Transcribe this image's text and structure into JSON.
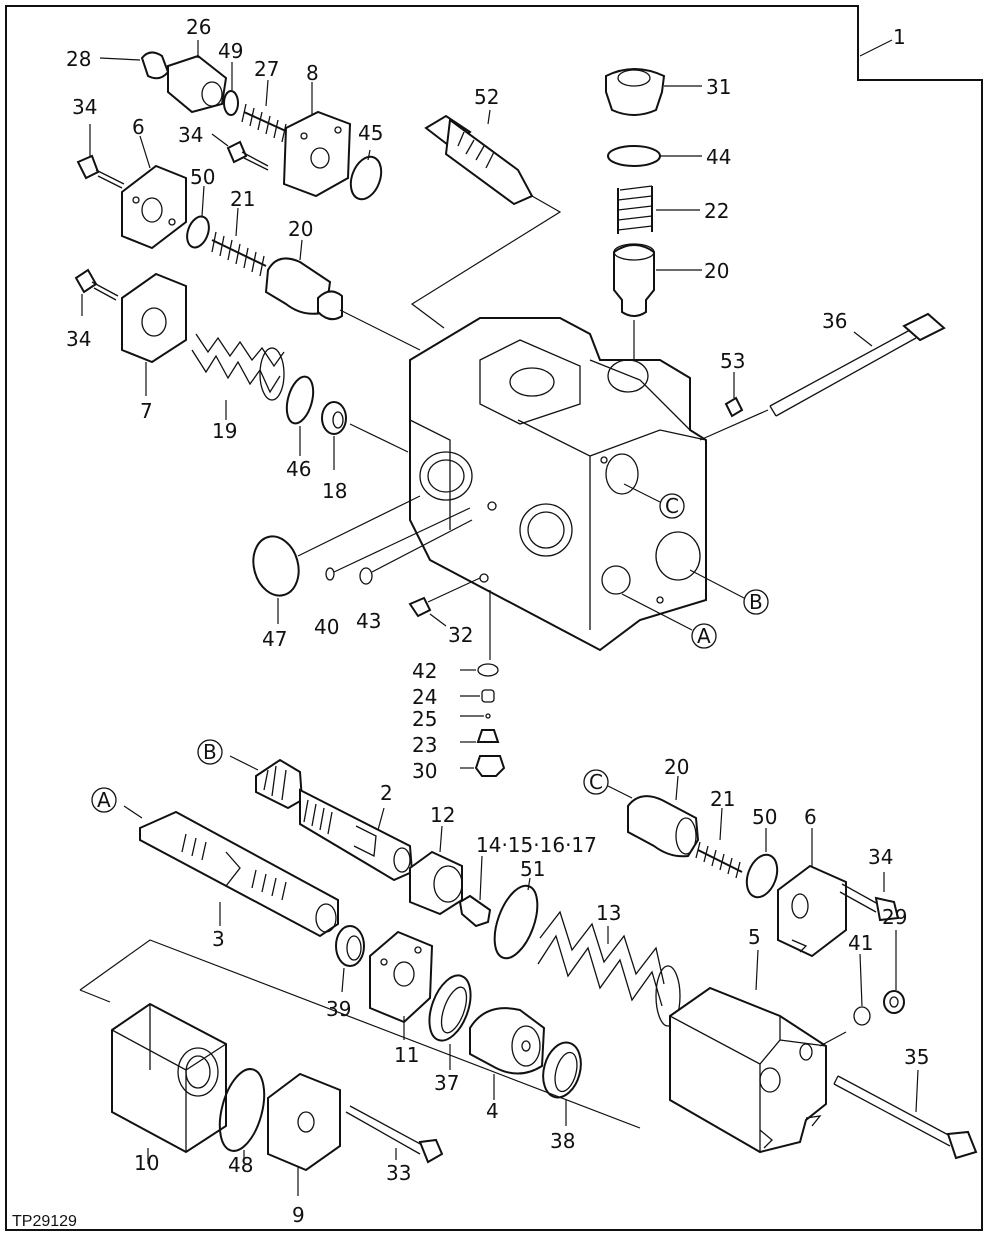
{
  "diagram": {
    "figure_code": "TP29129",
    "assembly_label": "1",
    "port_labels": [
      "A",
      "B",
      "C"
    ],
    "part_labels": [
      "28",
      "26",
      "49",
      "27",
      "8",
      "34",
      "6",
      "34",
      "50",
      "21",
      "20",
      "45",
      "52",
      "31",
      "44",
      "22",
      "20",
      "34",
      "7",
      "19",
      "46",
      "18",
      "36",
      "53",
      "47",
      "40",
      "43",
      "32",
      "42",
      "24",
      "25",
      "23",
      "30",
      "B",
      "2",
      "12",
      "A",
      "3",
      "14·15·16·17",
      "51",
      "13",
      "C",
      "20",
      "21",
      "50",
      "6",
      "34",
      "29",
      "41",
      "39",
      "11",
      "37",
      "4",
      "38",
      "5",
      "35",
      "10",
      "48",
      "33",
      "9"
    ]
  }
}
